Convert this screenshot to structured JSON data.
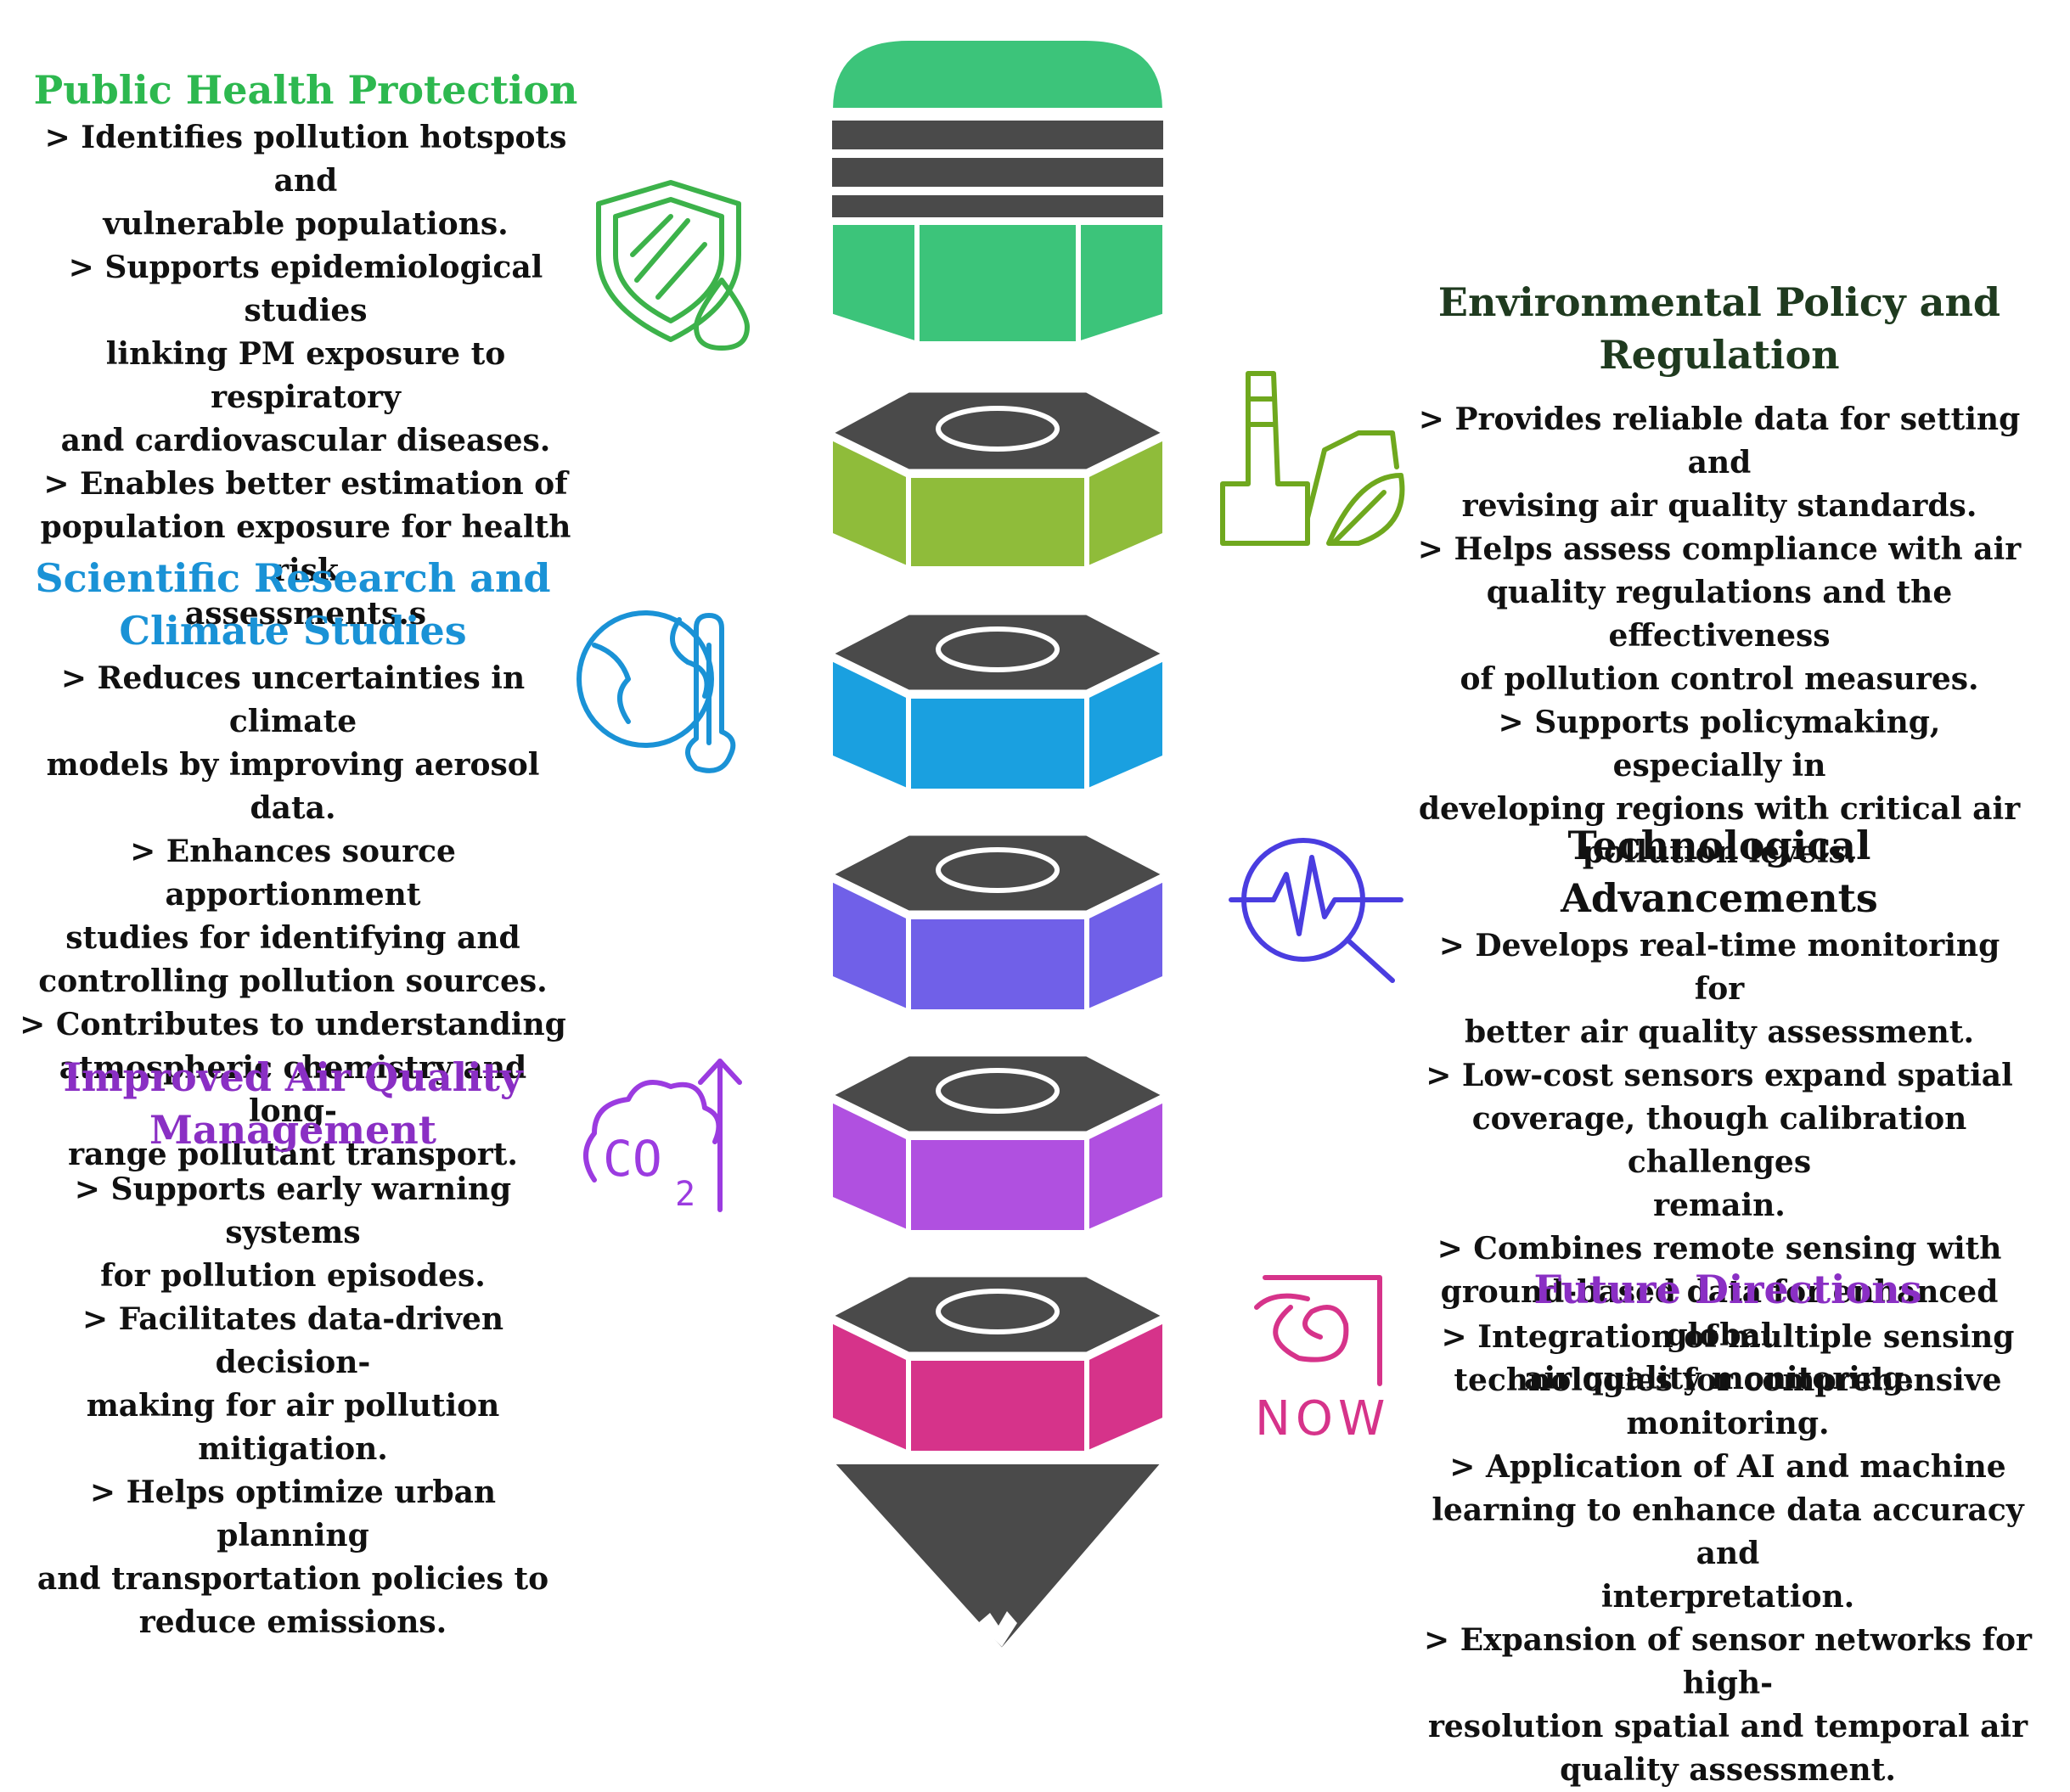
{
  "colors": {
    "green": "#3cc47a",
    "olive": "#8fbc3a",
    "blue": "#1aa0e0",
    "indigo": "#7060e8",
    "purple": "#b050e0",
    "magenta": "#d6338a",
    "dark": "#4a4a4a",
    "health_title": "#2db84f",
    "policy_title": "#1f3a1f",
    "research_title": "#1a92d6",
    "tech_title": "#111111",
    "aqm_title": "#8a2fc4",
    "future_title": "#8a2fc4",
    "icon_green": "#3cb24a",
    "icon_olive": "#6fa81e",
    "icon_blue": "#1a92d6",
    "icon_indigo": "#4a3de0",
    "icon_purple": "#9b3be0",
    "icon_magenta": "#d6338a"
  },
  "sections": {
    "health": {
      "title": "Public Health Protection",
      "icon": "shield-drop-icon",
      "lines": [
        "> Identifies pollution hotspots and",
        "vulnerable populations.",
        "> Supports epidemiological studies",
        "linking PM exposure to respiratory",
        "and cardiovascular diseases.",
        "> Enables better estimation of",
        "population exposure for health risk",
        "assessments.s"
      ]
    },
    "policy": {
      "title_line1": "Environmental Policy and",
      "title_line2": "Regulation",
      "icon": "factory-leaf-icon",
      "lines": [
        "> Provides reliable data for setting and",
        "revising air quality standards.",
        "> Helps assess compliance with air",
        "quality regulations and the effectiveness",
        "of pollution control measures.",
        "> Supports policymaking, especially in",
        "developing regions with critical air",
        "pollution levels."
      ]
    },
    "research": {
      "title_line1": "Scientific Research and",
      "title_line2": "Climate Studies",
      "icon": "globe-thermometer-icon",
      "lines": [
        "> Reduces uncertainties in climate",
        "models by improving aerosol data.",
        "> Enhances source apportionment",
        "studies for identifying and",
        "controlling pollution sources.",
        "> Contributes to understanding",
        "atmospheric chemistry and long-",
        "range pollutant transport."
      ]
    },
    "tech": {
      "title": "Technological Advancements",
      "icon": "pulse-magnifier-icon",
      "lines": [
        "> Develops real-time monitoring for",
        "better air quality assessment.",
        "> Low-cost sensors expand spatial",
        "coverage, though calibration challenges",
        "remain.",
        "> Combines remote sensing with",
        "ground-based data for enhanced global",
        "air quality monitoring."
      ]
    },
    "aqm": {
      "title_line1": "Improved Air Quality",
      "title_line2": "Management",
      "icon": "co2-cloud-arrow-icon",
      "icon_text": "CO",
      "icon_sub": "2",
      "lines": [
        "> Supports early warning systems",
        "for pollution episodes.",
        "> Facilitates data-driven decision-",
        "making for air pollution mitigation.",
        "> Helps optimize urban planning",
        "and transportation policies to",
        "reduce emissions."
      ]
    },
    "future": {
      "title": "Future Directions",
      "icon": "now-spiral-icon",
      "icon_text": "NOW",
      "lines": [
        "> Integration of multiple sensing",
        "technologies for comprehensive",
        "monitoring.",
        "> Application of AI and machine",
        "learning to enhance data accuracy and",
        "interpretation.",
        "> Expansion of sensor networks for high-",
        "resolution spatial and temporal air",
        "quality assessment."
      ]
    }
  }
}
